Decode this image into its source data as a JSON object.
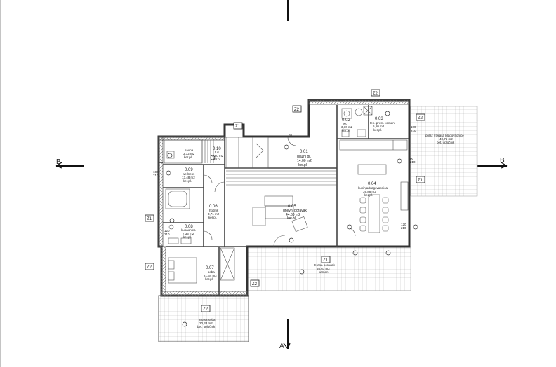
{
  "section_marks": {
    "b_left": "B",
    "b_right": "B",
    "a_bottom": "A"
  },
  "tags": {
    "z1": "Z1",
    "z2": "Z2"
  },
  "rooms": [
    {
      "num": "0.01",
      "name": "ulazni pr.",
      "area": "14,00 m2",
      "floor": "ker.pl."
    },
    {
      "num": "0.02",
      "name": "wc",
      "area": "3,10 m2",
      "floor": "ker.pl."
    },
    {
      "num": "0.03",
      "name": "teh. prost. kemen.",
      "area": "6,60 m2",
      "floor": "ker.pl."
    },
    {
      "num": "0.04",
      "name": "kuhinja/blagovaonica",
      "area": "39,88 m2",
      "floor": "ker.pl."
    },
    {
      "num": "0.05",
      "name": "dnevni boravak",
      "area": "44,60 m2",
      "floor": "ker.pl."
    },
    {
      "num": "0.06",
      "name": "hodnik",
      "area": "3,71 m2",
      "floor": "ker.pl."
    },
    {
      "num": "0.07",
      "name": "soba",
      "area": "21,64 m2",
      "floor": "ker.pl."
    },
    {
      "num": "0.08",
      "name": "kupaonica",
      "area": "7,35 m2",
      "floor": "ker.pl."
    },
    {
      "num": "0.09",
      "name": "wellness",
      "area": "13,48 m2",
      "floor": "ker.pl."
    },
    {
      "num": "0.10",
      "name": "tuš",
      "area": "1,80 m2",
      "floor": "ker.pl."
    },
    {
      "num": "",
      "name": "sauna",
      "area": "3,12 m2",
      "floor": "ker.pl."
    }
  ],
  "terraces": {
    "east": {
      "name": "prilaz / terasa blagovaonice",
      "area": "40,76 m2",
      "floor": "bet. opločnik"
    },
    "south": {
      "name": "terasa boravak",
      "area": "65,67 m2",
      "floor": "kamen"
    },
    "room": {
      "name": "terasa soba",
      "area": "20,33 m2",
      "floor": "bet. opločnik"
    }
  },
  "dimensions": [
    "100",
    "210",
    "85",
    "120",
    "210",
    "90",
    "210",
    "100",
    "210",
    "120",
    "210"
  ]
}
